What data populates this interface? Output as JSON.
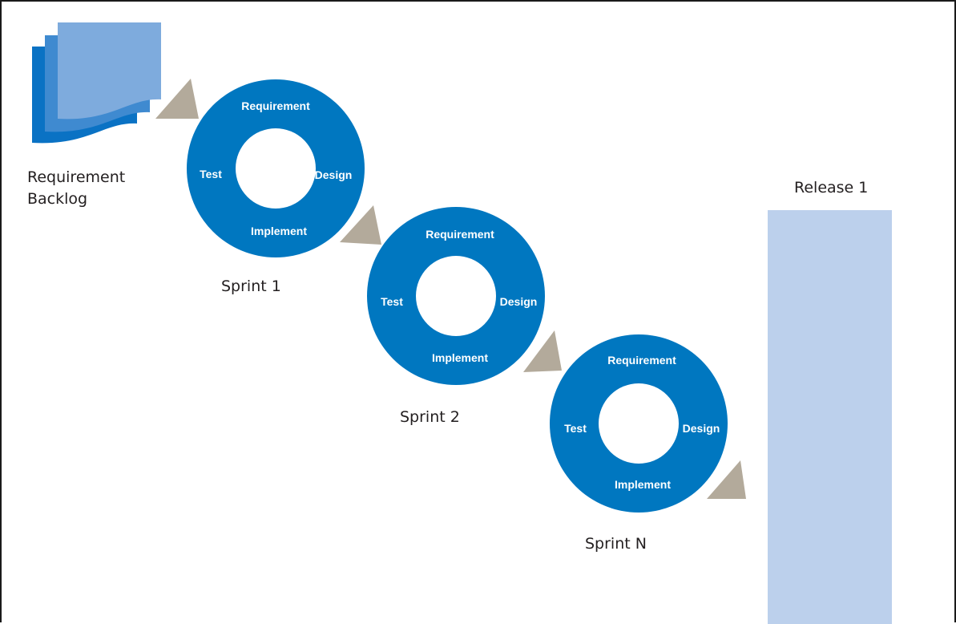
{
  "backlog": {
    "label_line1": "Requirement",
    "label_line2": "Backlog"
  },
  "sprints": [
    {
      "name": "Sprint 1",
      "stages": {
        "top": "Requirement",
        "right": "Design",
        "bottom": "Implement",
        "left": "Test"
      }
    },
    {
      "name": "Sprint 2",
      "stages": {
        "top": "Requirement",
        "right": "Design",
        "bottom": "Implement",
        "left": "Test"
      }
    },
    {
      "name": "Sprint N",
      "stages": {
        "top": "Requirement",
        "right": "Design",
        "bottom": "Implement",
        "left": "Test"
      }
    }
  ],
  "release": {
    "label": "Release 1"
  },
  "colors": {
    "ring": "#0077c0",
    "arrow": "#b3aa9b",
    "release_bar": "#bcd0ec",
    "doc_back": "#0a72c4",
    "doc_middle": "#3f8ad0",
    "doc_front": "#7eabdd",
    "frame": "#1a1a1a"
  }
}
